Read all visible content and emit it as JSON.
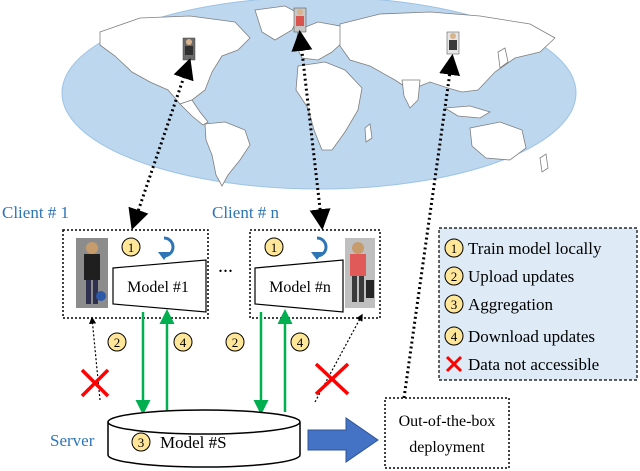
{
  "clients": [
    {
      "label": "Client # 1",
      "model": "Model #1",
      "step_train": "1"
    },
    {
      "label": "Client # n",
      "model": "Model #n",
      "step_train": "1"
    }
  ],
  "ellipsis": "...",
  "server": {
    "label": "Server",
    "model": "Model #S",
    "step": "3"
  },
  "flow_steps": {
    "upload": "2",
    "download": "4"
  },
  "deployment": {
    "line1": "Out-of-the-box",
    "line2": "deployment"
  },
  "legend": {
    "items": [
      {
        "num": "1",
        "text": "Train model locally"
      },
      {
        "num": "2",
        "text": "Upload updates"
      },
      {
        "num": "3",
        "text": "Aggregation"
      },
      {
        "num": "4",
        "text": "Download updates"
      },
      {
        "num": "",
        "text": "Data not accessible"
      }
    ]
  },
  "colors": {
    "ocean": "#bdd7ee",
    "land": "#ffffff",
    "client_label": "#2e75b6",
    "arrow_green": "#00b050",
    "cross_red": "#ff0000",
    "step_circle": "#ffe699",
    "legend_bg": "#deebf7",
    "model_fill": "#dae3f3",
    "deploy_arrow": "#4472c4",
    "rotate_icon": "#2e75b6"
  }
}
